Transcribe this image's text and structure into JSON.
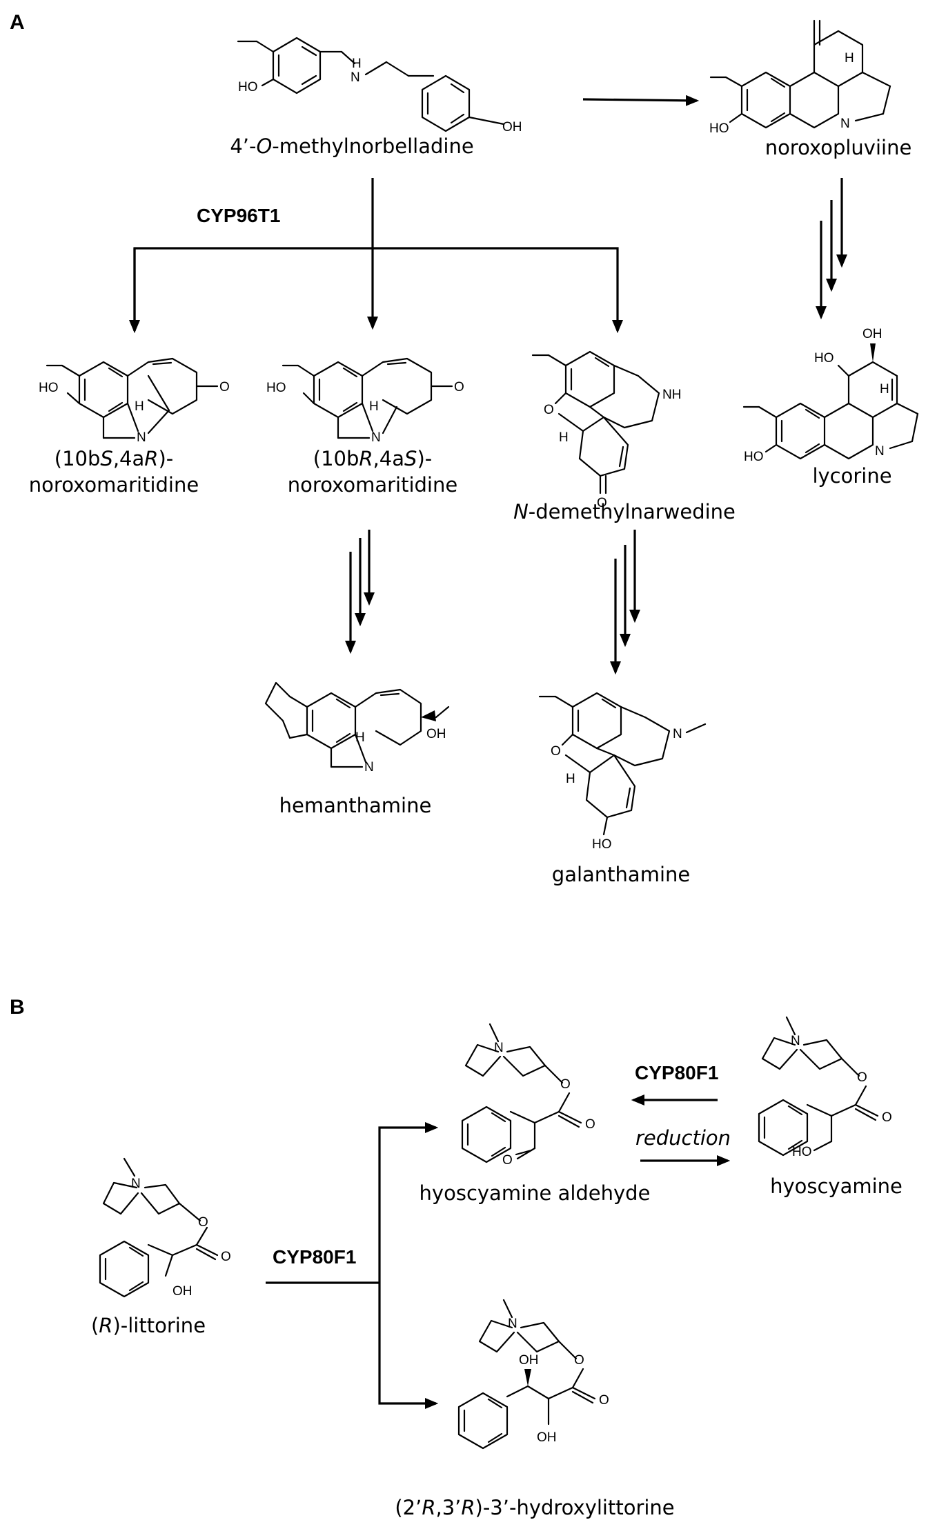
{
  "panels": {
    "a": "A",
    "b": "B"
  },
  "enzymes": {
    "cyp96t1": "CYP96T1",
    "cyp80f1_b_main": "CYP80F1",
    "cyp80f1_b_reverse": "CYP80F1",
    "reduction": "reduction"
  },
  "compounds": {
    "methylnorbelladine": {
      "pre": "4’-",
      "em": "O",
      "post": "-methylnorbelladine"
    },
    "noroxopluviine": "noroxopluviine",
    "lycorine": "lycorine",
    "noroxomaritidine_sr": {
      "line1_pre": "(10b",
      "em1": "S",
      "mid": ",4a",
      "em2": "R",
      "post": ")-",
      "line2": "noroxomaritidine"
    },
    "noroxomaritidine_rs": {
      "line1_pre": "(10b",
      "em1": "R",
      "mid": ",4a",
      "em2": "S",
      "post": ")-",
      "line2": "noroxomaritidine"
    },
    "demethylnarwedine": {
      "em": "N",
      "post": "-demethylnarwedine"
    },
    "hemanthamine": "hemanthamine",
    "galanthamine": "galanthamine",
    "littorine": {
      "pre": "(",
      "em": "R",
      "post": ")-littorine"
    },
    "hyoscyamine_aldehyde": "hyoscyamine aldehyde",
    "hyoscyamine": "hyoscyamine",
    "hydroxylittorine": {
      "pre": "(2’",
      "em1": "R",
      "mid": ",3’",
      "em2": "R",
      "post": ")-3’-hydroxylittorine"
    }
  },
  "atoms": {
    "oh": "OH",
    "ho": "HO",
    "h": "H",
    "n": "N",
    "nh": "NH",
    "o": "O"
  }
}
